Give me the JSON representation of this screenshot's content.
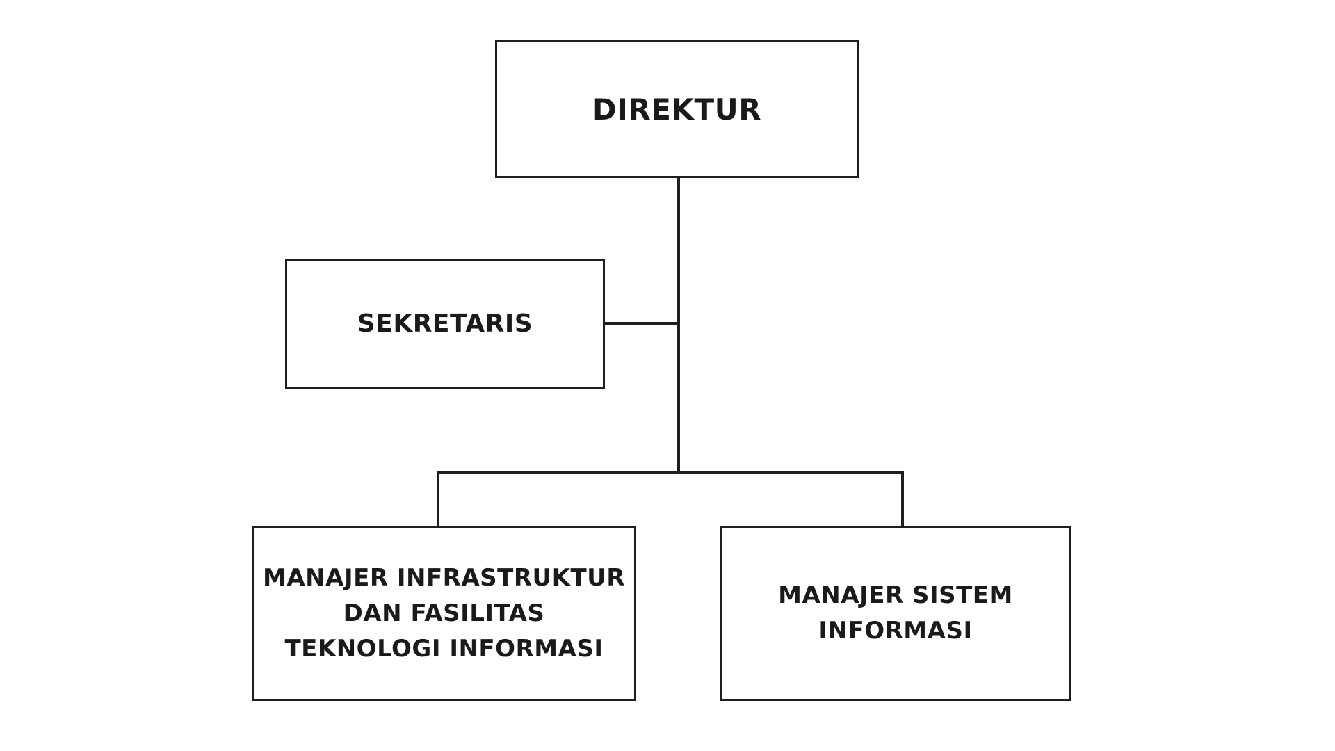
{
  "org_chart": {
    "nodes": [
      {
        "id": "direktur",
        "label": "DIREKTUR"
      },
      {
        "id": "sekretaris",
        "label": "SEKRETARIS"
      },
      {
        "id": "manajer-infrastruktur",
        "label": "MANAJER INFRASTRUKTUR\nDAN FASILITAS\nTEKNOLOGI INFORMASI"
      },
      {
        "id": "manajer-sistem-informasi",
        "label": "MANAJER SISTEM\nINFORMASI"
      }
    ],
    "edges": [
      {
        "from": "direktur",
        "to": "sekretaris",
        "type": "staff"
      },
      {
        "from": "direktur",
        "to": "manajer-infrastruktur",
        "type": "line"
      },
      {
        "from": "direktur",
        "to": "manajer-sistem-informasi",
        "type": "line"
      }
    ],
    "colors": {
      "line": "#1f1f1f",
      "box_fill": "#ffffff",
      "text": "#1a1a1a"
    }
  }
}
